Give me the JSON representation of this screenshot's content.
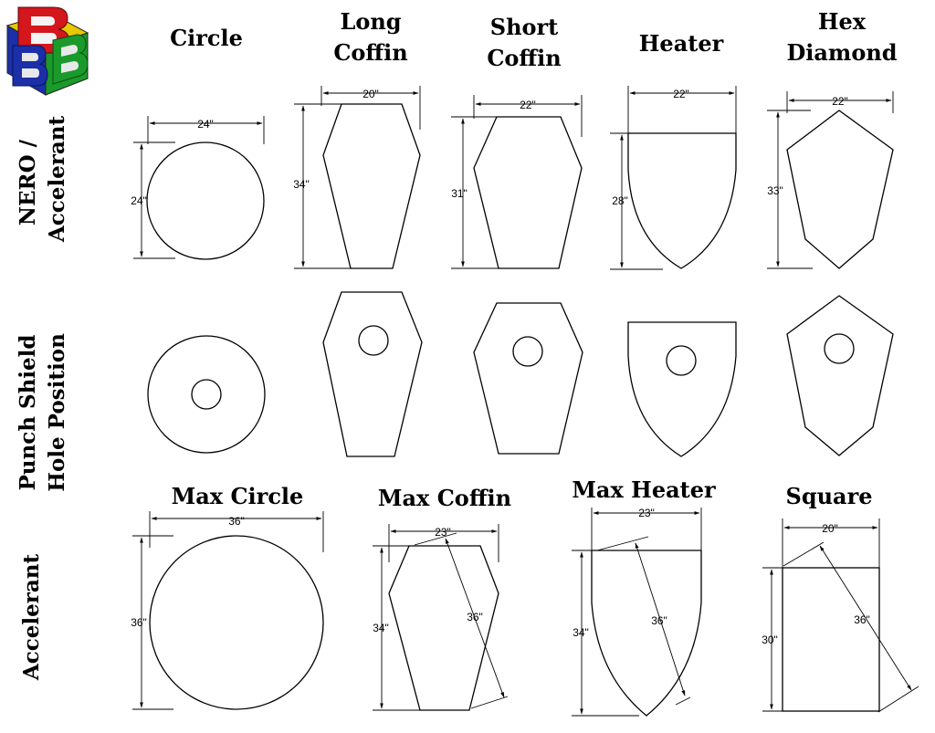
{
  "logo": {
    "letters": [
      "B",
      "B",
      "B"
    ],
    "colors": [
      "#d4161d",
      "#1b2fa8",
      "#1a9a2a",
      "#e8c800"
    ]
  },
  "row_labels": {
    "row1_line1": "NERO /",
    "row1_line2": "Accelerant",
    "row2_line1": "Punch Shield",
    "row2_line2": "Hole Position",
    "row3": "Accelerant"
  },
  "titles": {
    "circle": "Circle",
    "long_coffin_1": "Long",
    "long_coffin_2": "Coffin",
    "short_coffin_1": "Short",
    "short_coffin_2": "Coffin",
    "heater": "Heater",
    "hex_diamond_1": "Hex",
    "hex_diamond_2": "Diamond",
    "max_circle": "Max Circle",
    "max_coffin": "Max Coffin",
    "max_heater": "Max Heater",
    "square": "Square"
  },
  "dimensions": {
    "circle_w": "24\"",
    "circle_h": "24\"",
    "long_coffin_w": "20\"",
    "long_coffin_h": "34\"",
    "short_coffin_w": "22\"",
    "short_coffin_h": "31\"",
    "heater_w": "22\"",
    "heater_h": "28\"",
    "hex_w": "22\"",
    "hex_h": "33\"",
    "max_circle_w": "36\"",
    "max_circle_h": "36\"",
    "max_coffin_w": "23\"",
    "max_coffin_h": "34\"",
    "max_coffin_diag": "36\"",
    "max_heater_w": "23\"",
    "max_heater_h": "34\"",
    "max_heater_diag": "36\"",
    "square_w": "20\"",
    "square_h": "30\"",
    "square_diag": "36\""
  }
}
